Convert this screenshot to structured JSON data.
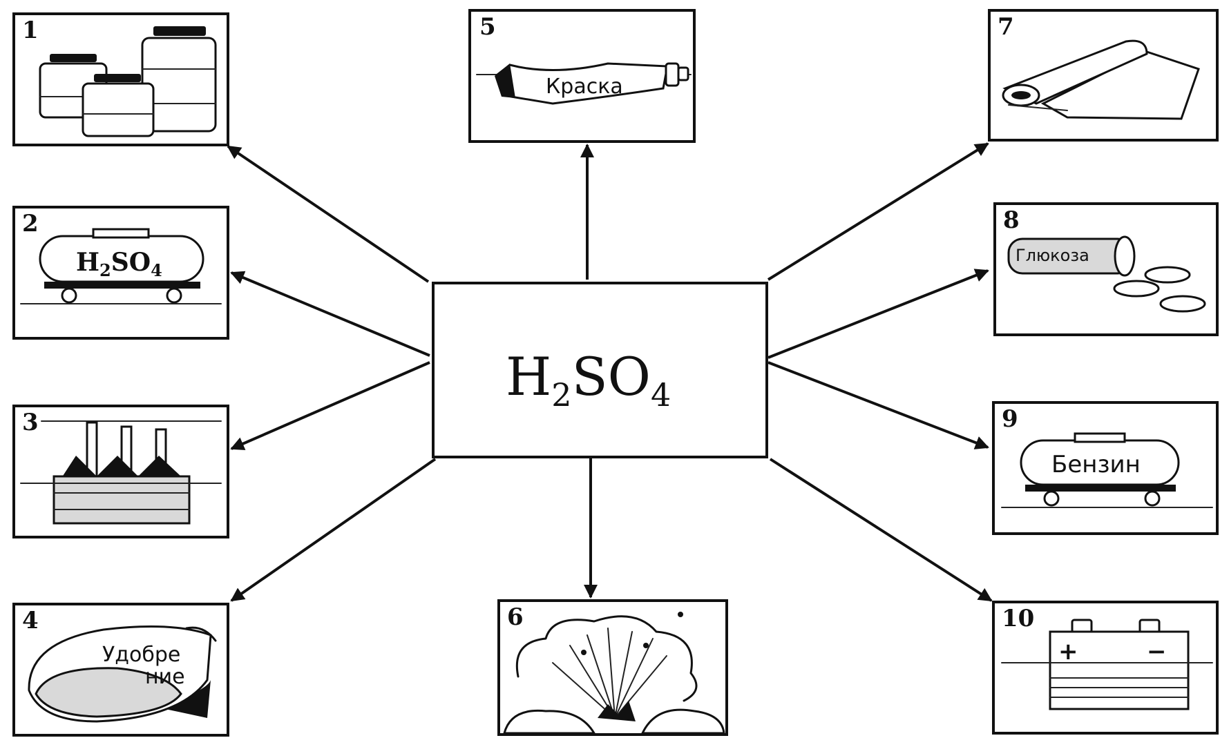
{
  "center": {
    "acid": "H",
    "sub2": "2",
    "so": "SO",
    "sub4": "4"
  },
  "tiles": [
    {
      "number": "1"
    },
    {
      "number": "2",
      "label_main": "H",
      "label_sub": "2",
      "label_so": "SO",
      "label_sub4": "4"
    },
    {
      "number": "3"
    },
    {
      "number": "4",
      "label_line1": "Удобре",
      "label_line2": "ние"
    },
    {
      "number": "5",
      "label": "Краска"
    },
    {
      "number": "6"
    },
    {
      "number": "7"
    },
    {
      "number": "8",
      "label": "Глюкоза"
    },
    {
      "number": "9",
      "label": "Бензин"
    },
    {
      "number": "10",
      "plus": "+",
      "minus": "−"
    }
  ],
  "colors": {
    "ink": "#111111",
    "paper": "#ffffff",
    "shade": "#d9d9d9"
  }
}
